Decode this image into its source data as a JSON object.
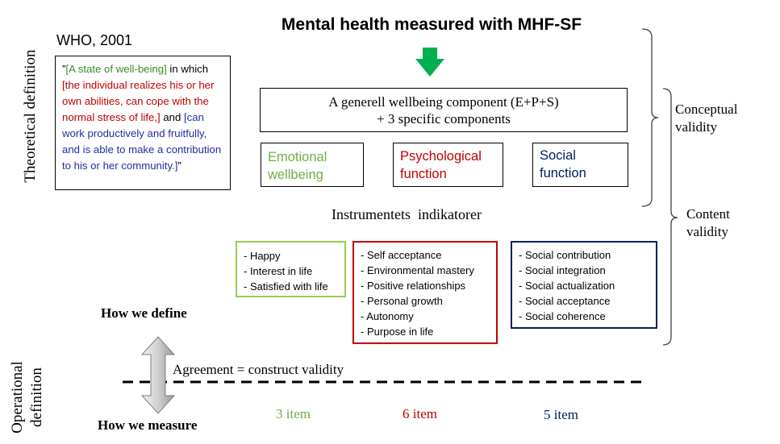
{
  "title": "Mental health measured with MHF-SF",
  "side_labels": {
    "theoretical": "Theoretical definition",
    "operational_line1": "Operational",
    "operational_line2": "definition"
  },
  "who": {
    "source": "WHO, 2001",
    "quote": {
      "open": "”",
      "part1": "[A state of well-being]",
      "part2": " in which ",
      "part3": "[the individual realizes his or her own abilities, can cope with the normal stress of life,]",
      "part4": " and ",
      "part5": "[can work productively and fruitfully, and is able to make a contribution to his or her community.]",
      "close": "”"
    }
  },
  "general_box": {
    "line1": "A generell wellbeing component (E+P+S)",
    "line2": "+ 3 specific components"
  },
  "components": [
    {
      "line1": "Emotional",
      "line2": "wellbeing",
      "color": "#70ad47"
    },
    {
      "line1": "Psychological",
      "line2": "function",
      "color": "#c00000"
    },
    {
      "line1": "Social",
      "line2": "function",
      "color": "#002060"
    }
  ],
  "indicators_title": "Instrumentets  indikatorer",
  "indicators": {
    "emotional": [
      "- Happy",
      "- Interest in life",
      "- Satisfied with life"
    ],
    "psychological": [
      "- Self acceptance",
      "- Environmental mastery",
      "- Positive relationships",
      "- Personal growth",
      "- Autonomy",
      "- Purpose in life"
    ],
    "social": [
      "- Social contribution",
      "- Social integration",
      "- Social actualization",
      "- Social acceptance",
      "- Social coherence"
    ]
  },
  "validity": {
    "conceptual_line1": "Conceptual",
    "conceptual_line2": "validity",
    "content_line1": "Content",
    "content_line2": "validity"
  },
  "define_label": "How we define",
  "measure_label": "How we measure",
  "agreement": "Agreement = construct validity",
  "item_counts": [
    {
      "label": "3 item",
      "color": "#70ad47"
    },
    {
      "label": "6 item",
      "color": "#c00000"
    },
    {
      "label": "5 item",
      "color": "#002060"
    }
  ],
  "colors": {
    "green": "#70ad47",
    "red": "#c00000",
    "blue": "#002060",
    "arrow_green": "#00b050",
    "quote_green": "#3a8a2a",
    "quote_red": "#c00000",
    "quote_blue": "#1f2fa0"
  }
}
